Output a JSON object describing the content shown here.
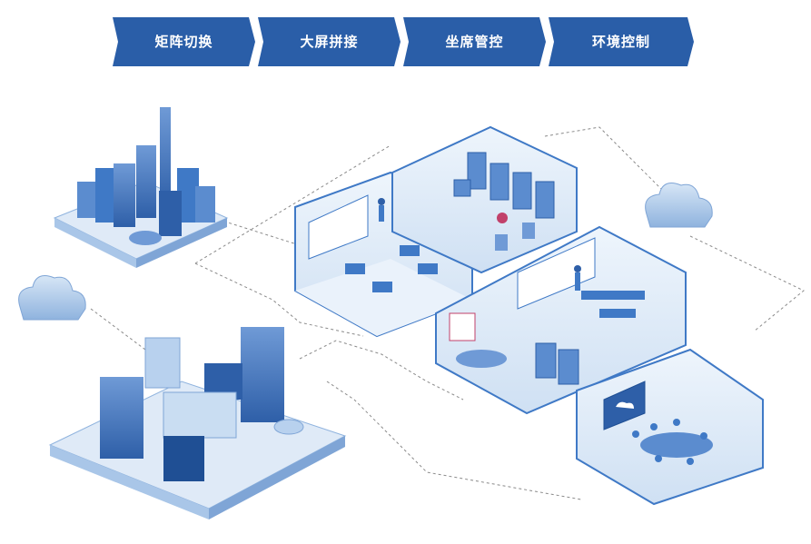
{
  "nav": {
    "tabs": [
      {
        "label": "矩阵切换"
      },
      {
        "label": "大屏拼接"
      },
      {
        "label": "坐席管控"
      },
      {
        "label": "环境控制"
      }
    ]
  },
  "colors": {
    "tab_fill": "#2a5ea8",
    "accent_blue": "#3f79c6",
    "light_blue": "#c9ddf2",
    "room_floor": "#eaf2fb",
    "connector_line": "#8a8a8a"
  },
  "icons": [
    "cloud-icon",
    "city-icon",
    "server-rack-icon",
    "person-icon",
    "workstation-icon",
    "video-wall-icon"
  ]
}
